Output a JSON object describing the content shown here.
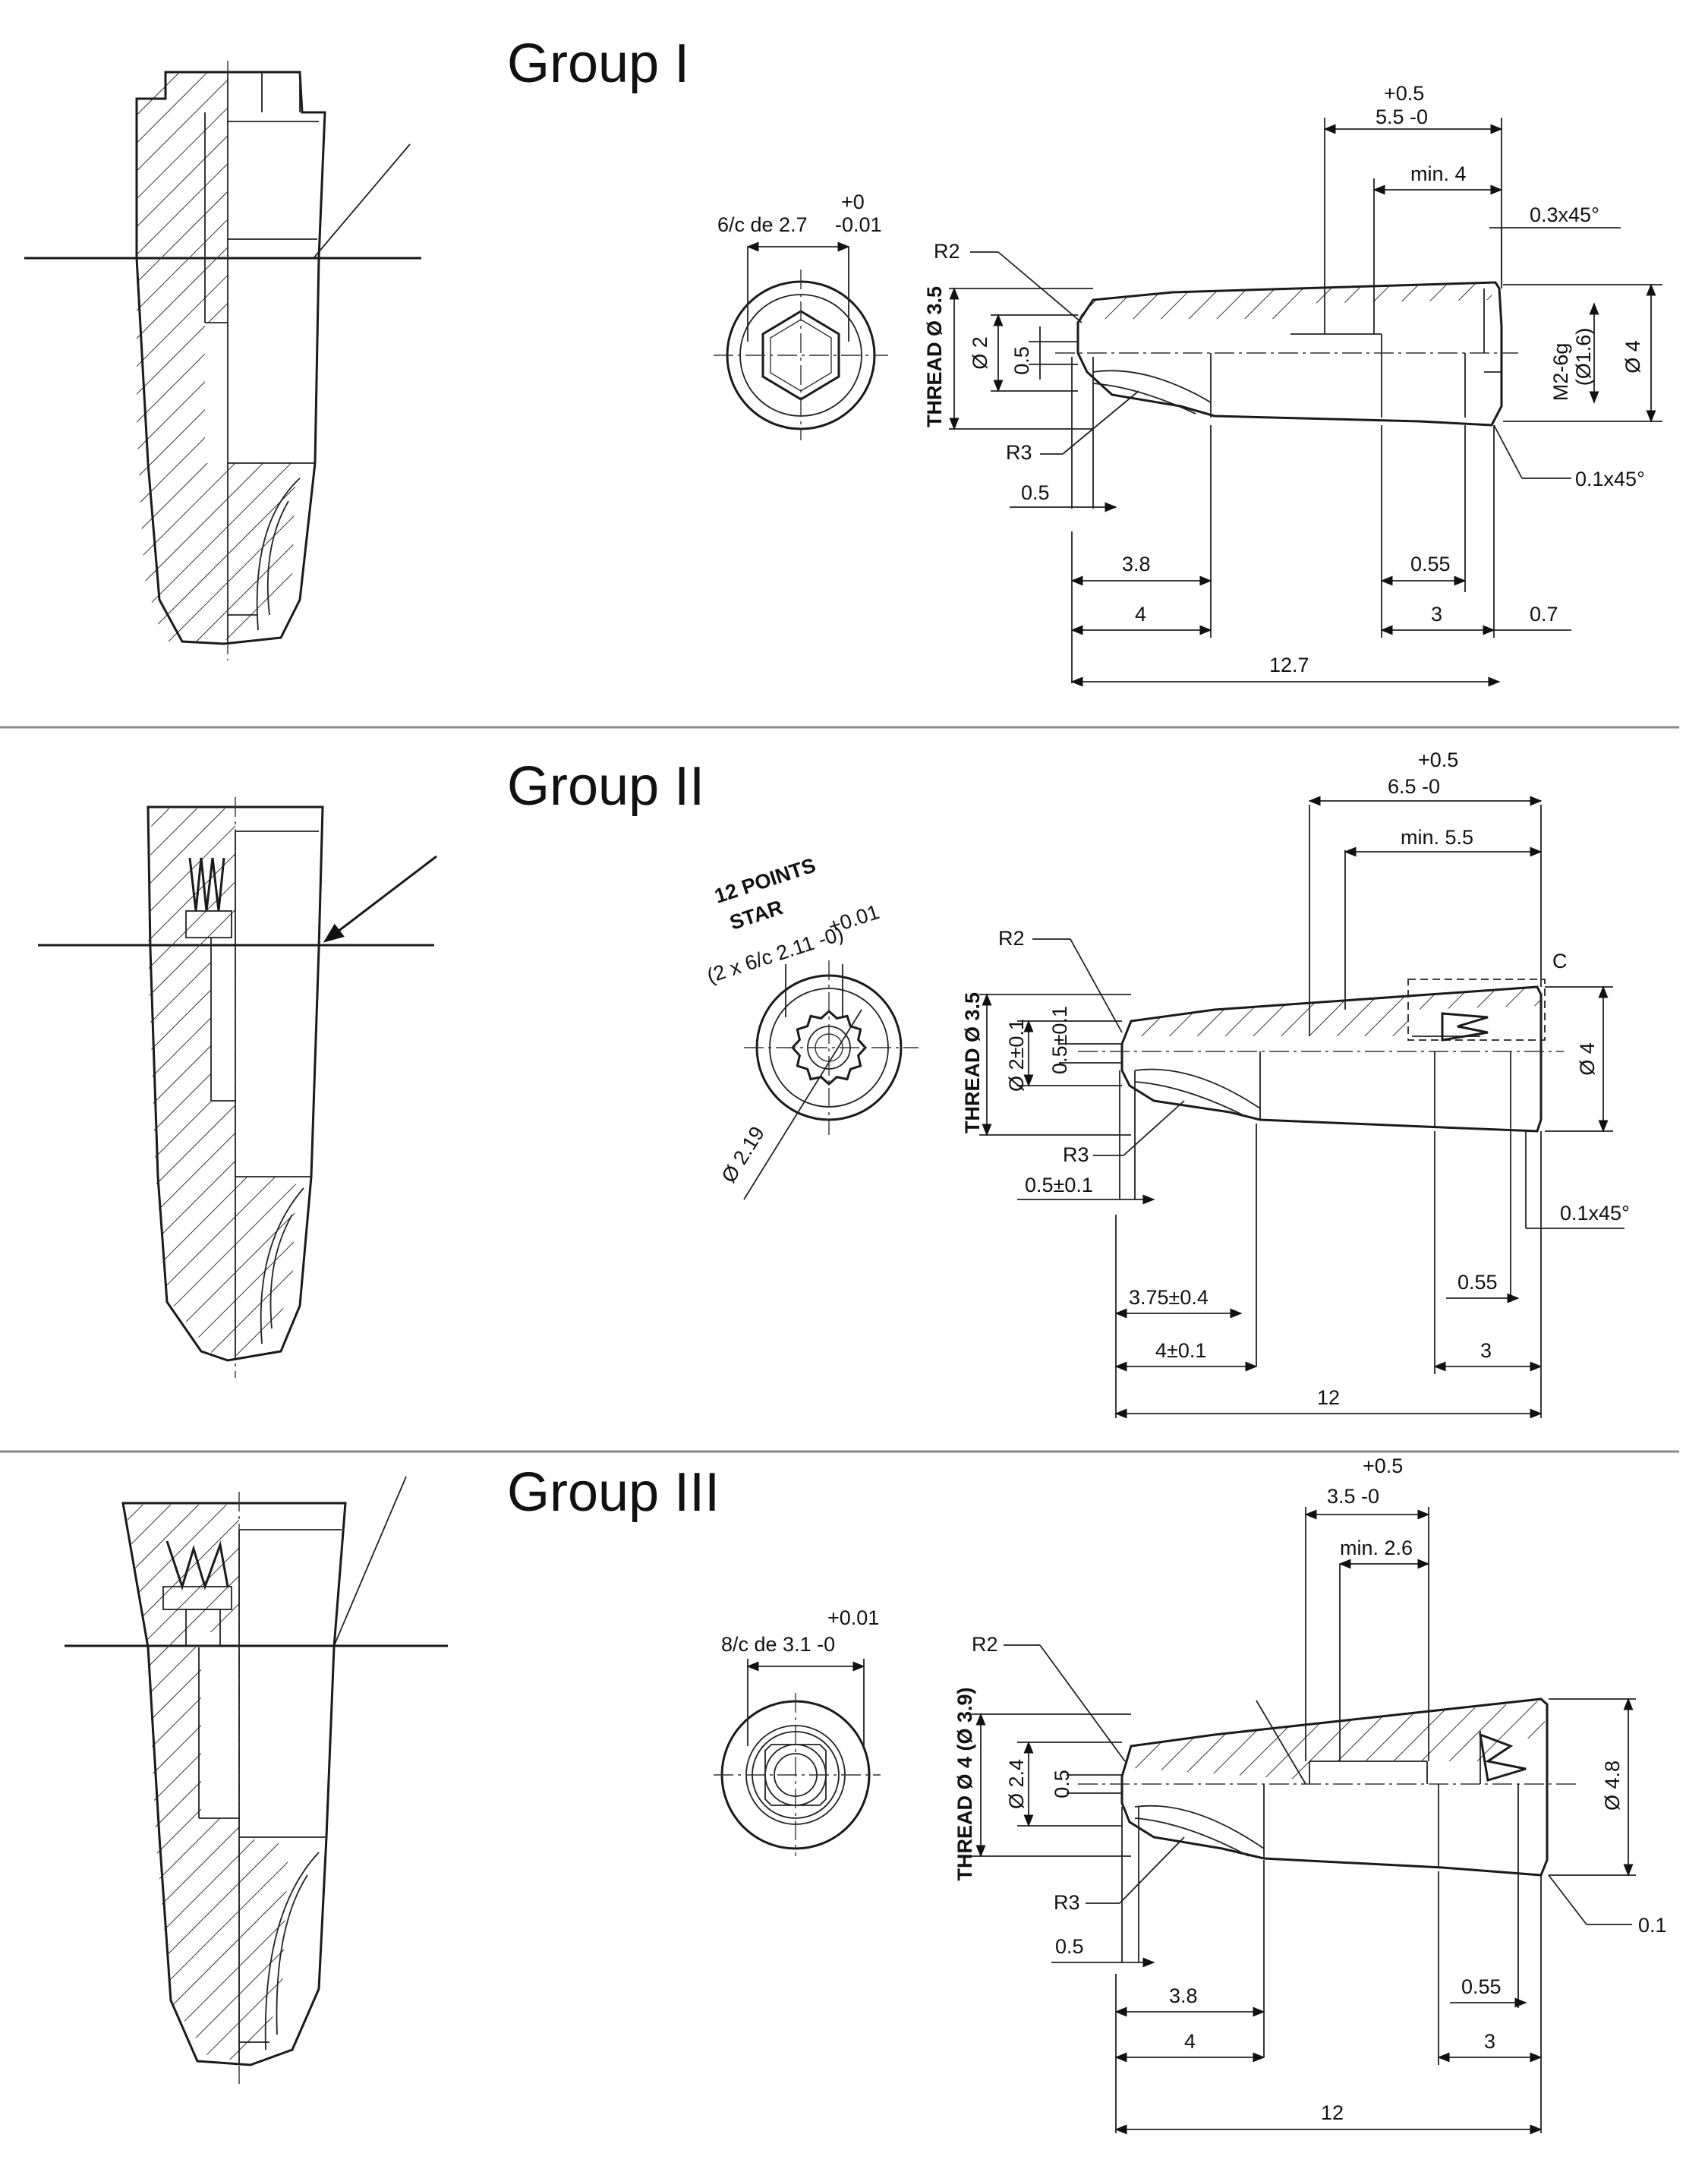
{
  "groups": [
    {
      "title": "Group I",
      "hex_label": "6/c de 2.7",
      "hex_tol_upper": "+0",
      "hex_tol_lower": "-0.01",
      "top_tol": "+0.5",
      "top_dim": "5.5 -0",
      "min_dim": "min. 4",
      "chamfer_top": "0.3x45°",
      "chamfer_bottom": "0.1x45°",
      "r2": "R2",
      "r3": "R3",
      "thread": "THREAD Ø 3.5",
      "d_inner": "Ø 2",
      "d_05": "0.5",
      "m_thread": "M2-6g",
      "m_thread_d": "(Ø1.6)",
      "d_outer": "Ø 4",
      "dim_05": "0.5",
      "dim_38": "3.8",
      "dim_4": "4",
      "dim_055": "0.55",
      "dim_3": "3",
      "dim_07": "0.7",
      "overall": "12.7"
    },
    {
      "title": "Group II",
      "star1": "12 POINTS",
      "star2": "STAR",
      "star_tol": "+0.01",
      "star_spec": "(2 x 6/c 2.11 -0)",
      "star_d": "Ø 2.19",
      "top_tol": "+0.5",
      "top_dim": "6.5 -0",
      "min_dim": "min. 5.5",
      "c_label": "C",
      "r2": "R2",
      "r3": "R3",
      "thread": "THREAD Ø 3.5",
      "d_inner": "Ø 2±0.1",
      "d_05": "0.5±0.1",
      "d_outer": "Ø 4",
      "dim_05": "0.5±0.1",
      "chamfer": "0.1x45°",
      "dim_375": "3.75±0.4",
      "dim_055": "0.55",
      "dim_4": "4±0.1",
      "dim_3": "3",
      "overall": "12"
    },
    {
      "title": "Group III",
      "hex_tol": "+0.01",
      "hex_label": "8/c de 3.1 -0",
      "top_tol": "+0.5",
      "top_dim": "3.5 -0",
      "min_dim": "min. 2.6",
      "r2": "R2",
      "r3": "R3",
      "thread": "THREAD Ø 4 (Ø 3.9)",
      "d_inner": "Ø 2.4",
      "d_05": "0.5",
      "d_outer": "Ø 4.8",
      "dim_05": "0.5",
      "chamfer": "0.1",
      "dim_38": "3.8",
      "dim_055": "0.55",
      "dim_4": "4",
      "dim_3": "3",
      "overall": "12"
    }
  ]
}
